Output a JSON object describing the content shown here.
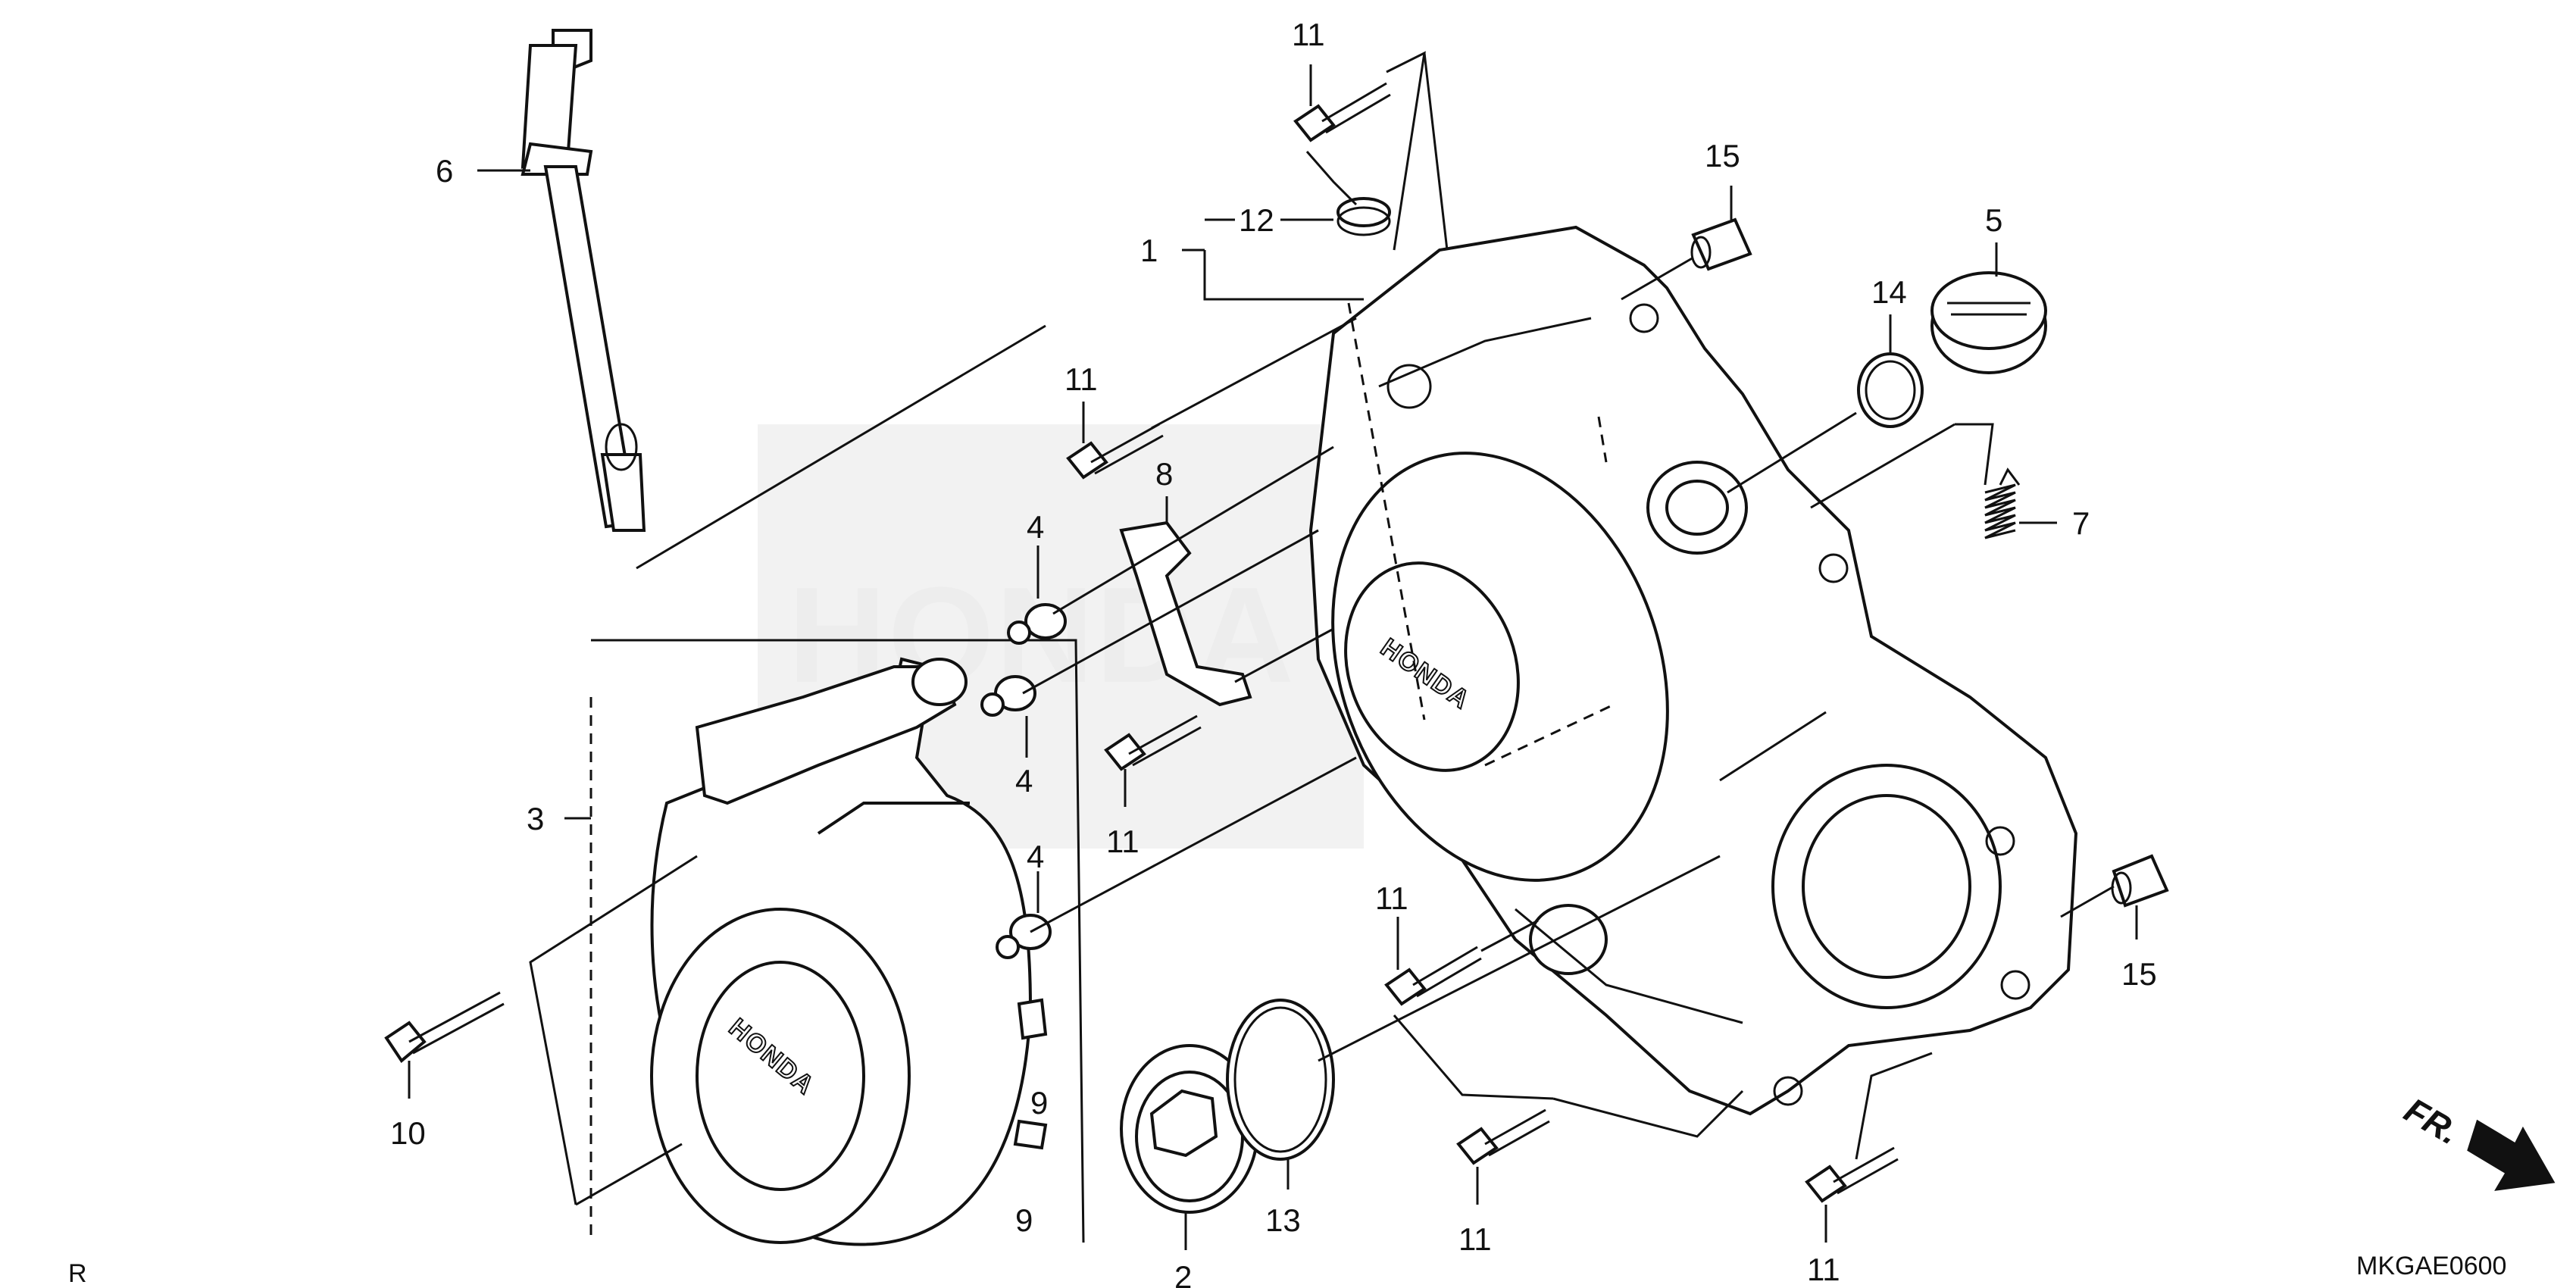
{
  "callouts": {
    "c1": "1",
    "c2": "2",
    "c3": "3",
    "c4a": "4",
    "c4b": "4",
    "c4c": "4",
    "c5": "5",
    "c6": "6",
    "c7": "7",
    "c8": "8",
    "c9a": "9",
    "c9b": "9",
    "c10": "10",
    "c11a": "11",
    "c11b": "11",
    "c11c": "11",
    "c11d": "11",
    "c11e": "11",
    "c11f": "11",
    "c12": "12",
    "c13": "13",
    "c14": "14",
    "c15a": "15",
    "c15b": "15"
  },
  "logos": {
    "cover_logo": "HONDA",
    "case_logo": "HONDA",
    "watermark": "HONDA"
  },
  "footer": {
    "diagram_code": "MKGAE0600",
    "corner_mark": "R",
    "front_indicator": "FR."
  }
}
